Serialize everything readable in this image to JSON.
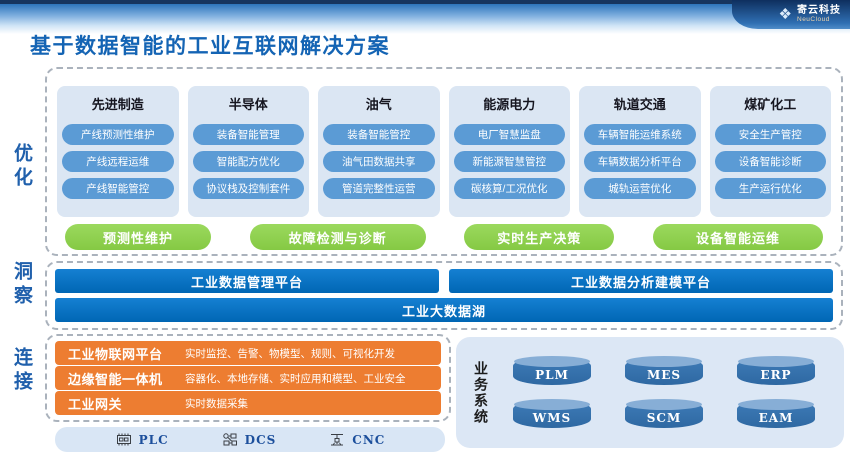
{
  "header": {
    "logo": {
      "brand": "寄云科技",
      "sub": "NeuCloud",
      "mark_icon": "diamond-logo-icon"
    }
  },
  "page": {
    "title": "基于数据智能的工业互联网解决方案"
  },
  "rail": {
    "labels": [
      "优化",
      "洞察",
      "连接"
    ]
  },
  "optimize_section": {
    "industries": [
      {
        "name": "先进制造",
        "items": [
          "产线预测性维护",
          "产线远程运维",
          "产线智能管控"
        ]
      },
      {
        "name": "半导体",
        "items": [
          "装备智能管理",
          "智能配方优化",
          "协议栈及控制套件"
        ]
      },
      {
        "name": "油气",
        "items": [
          "装备智能管控",
          "油气田数据共享",
          "管道完整性运营"
        ]
      },
      {
        "name": "能源电力",
        "items": [
          "电厂智慧监盘",
          "新能源智慧管控",
          "碳核算/工况优化"
        ]
      },
      {
        "name": "轨道交通",
        "items": [
          "车辆智能运维系统",
          "车辆数据分析平台",
          "城轨运营优化"
        ]
      },
      {
        "name": "煤矿化工",
        "items": [
          "安全生产管控",
          "设备智能诊断",
          "生产运行优化"
        ]
      }
    ],
    "capabilities": [
      "预测性维护",
      "故障检测与诊断",
      "实时生产决策",
      "设备智能运维"
    ]
  },
  "insight_section": {
    "platforms": [
      "工业数据管理平台",
      "工业数据分析建模平台"
    ],
    "datalake": "工业大数据湖"
  },
  "connect_section": {
    "edge_layers": [
      {
        "name": "工业物联网平台",
        "desc": "实时监控、告警、物模型、规则、可视化开发"
      },
      {
        "name": "边缘智能一体机",
        "desc": "容器化、本地存储、实时应用和模型、工业安全"
      },
      {
        "name": "工业网关",
        "desc": "实时数据采集"
      }
    ]
  },
  "business_panel": {
    "label": "业务系统",
    "systems": [
      "PLM",
      "MES",
      "ERP",
      "WMS",
      "SCM",
      "EAM"
    ]
  },
  "device_bar": {
    "devices": [
      {
        "label": "PLC",
        "icon": "plc-chip-icon"
      },
      {
        "label": "DCS",
        "icon": "dcs-system-icon"
      },
      {
        "label": "CNC",
        "icon": "cnc-machine-icon"
      }
    ]
  },
  "colors": {
    "pill_blue": "#5b9bd5",
    "platform_blue": "#0070c0",
    "capability_green": "#8ed050",
    "edge_orange": "#ed7d31",
    "title_blue": "#1464b4"
  }
}
